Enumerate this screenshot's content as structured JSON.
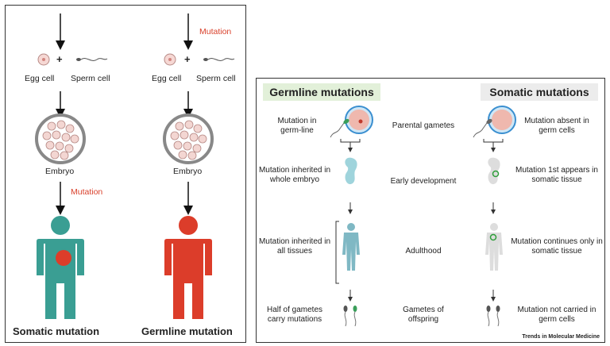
{
  "left": {
    "somatic": {
      "egg_label": "Egg cell",
      "sperm_label": "Sperm cell",
      "embryo_label": "Embryo",
      "mutation_label": "Mutation",
      "title": "Somatic mutation"
    },
    "germline": {
      "mutation_label": "Mutation",
      "egg_label": "Egg cell",
      "sperm_label": "Sperm cell",
      "embryo_label": "Embryo",
      "title": "Germline mutation"
    },
    "plus": "+"
  },
  "right": {
    "header_germline": "Germline mutations",
    "header_somatic": "Somatic mutations",
    "rows": [
      {
        "germline": "Mutation in germ-line",
        "stage": "Parental gametes",
        "somatic": "Mutation absent in germ cells"
      },
      {
        "germline": "Mutation inherited in whole embryo",
        "stage": "Early development",
        "somatic": "Mutation 1st appears in somatic tissue"
      },
      {
        "germline": "Mutation inherited in all tissues",
        "stage": "Adulthood",
        "somatic": "Mutation continues only in somatic tissue"
      },
      {
        "germline": "Half of gametes carry mutations",
        "stage": "Gametes of offspring",
        "somatic": "Mutation not carried in germ cells"
      }
    ],
    "credit": "Trends in Molecular Medicine"
  },
  "colors": {
    "teal": "#3a9e93",
    "red": "#dc3d2a",
    "green_header_bg": "#e2f0d9",
    "grey_header_bg": "#ececec"
  }
}
